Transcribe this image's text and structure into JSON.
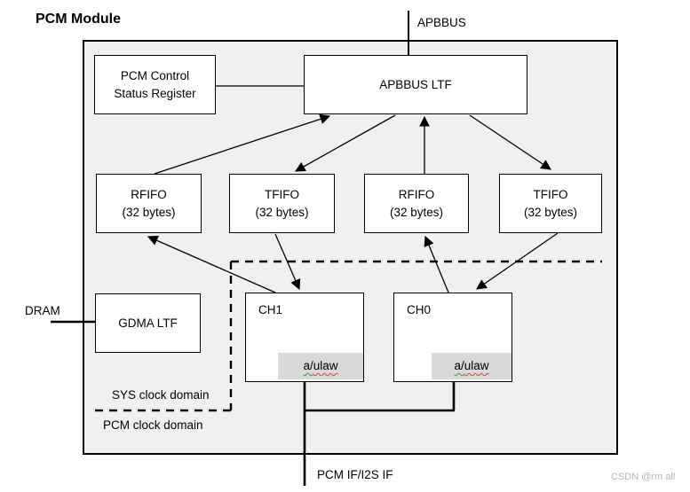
{
  "title": "PCM Module",
  "watermark": "CSDN @rm all",
  "external_labels": {
    "apbbus": "APBBUS",
    "dram": "DRAM",
    "pcm_if": "PCM IF/I2S IF"
  },
  "domains": {
    "sys": "SYS clock domain",
    "pcm": "PCM clock domain"
  },
  "blocks": {
    "csr": {
      "line1": "PCM Control",
      "line2": "Status Register"
    },
    "apbbus_ltf": {
      "label": "APBBUS LTF"
    },
    "rfifo1": {
      "line1": "RFIFO",
      "line2": "(32 bytes)"
    },
    "tfifo1": {
      "line1": "TFIFO",
      "line2": "(32 bytes)"
    },
    "rfifo2": {
      "line1": "RFIFO",
      "line2": "(32 bytes)"
    },
    "tfifo2": {
      "line1": "TFIFO",
      "line2": "(32 bytes)"
    },
    "gdma_ltf": {
      "label": "GDMA LTF"
    },
    "ch1": {
      "label": "CH1",
      "codec_a": "a/",
      "codec_ulaw": "ulaw"
    },
    "ch0": {
      "label": "CH0",
      "codec_a": "a/",
      "codec_ulaw": "ulaw"
    }
  },
  "colors": {
    "module_fill": "#f0f0f0",
    "box_fill": "#ffffff",
    "border": "#000000",
    "codec_fill": "#d9d9d9",
    "squiggle_green": "#3c9e3c",
    "squiggle_red": "#cf4433",
    "watermark": "#b3b3b3"
  },
  "connections": [
    {
      "from": "APBBUS",
      "to": "APBBUS LTF",
      "style": "plain"
    },
    {
      "from": "PCM Control Status Register",
      "to": "APBBUS LTF",
      "style": "plain"
    },
    {
      "from": "RFIFO left",
      "to": "APBBUS LTF",
      "style": "arrow"
    },
    {
      "from": "APBBUS LTF",
      "to": "TFIFO left",
      "style": "arrow"
    },
    {
      "from": "RFIFO right",
      "to": "APBBUS LTF",
      "style": "arrow"
    },
    {
      "from": "APBBUS LTF",
      "to": "TFIFO right",
      "style": "arrow"
    },
    {
      "from": "CH1",
      "to": "RFIFO left",
      "style": "arrow"
    },
    {
      "from": "TFIFO left",
      "to": "CH1",
      "style": "arrow"
    },
    {
      "from": "CH0",
      "to": "RFIFO right",
      "style": "arrow"
    },
    {
      "from": "TFIFO right",
      "to": "CH0",
      "style": "arrow"
    },
    {
      "from": "DRAM",
      "to": "GDMA LTF",
      "style": "plain"
    },
    {
      "from": "CH1 / CH0",
      "to": "PCM IF/I2S IF",
      "style": "bus"
    }
  ]
}
